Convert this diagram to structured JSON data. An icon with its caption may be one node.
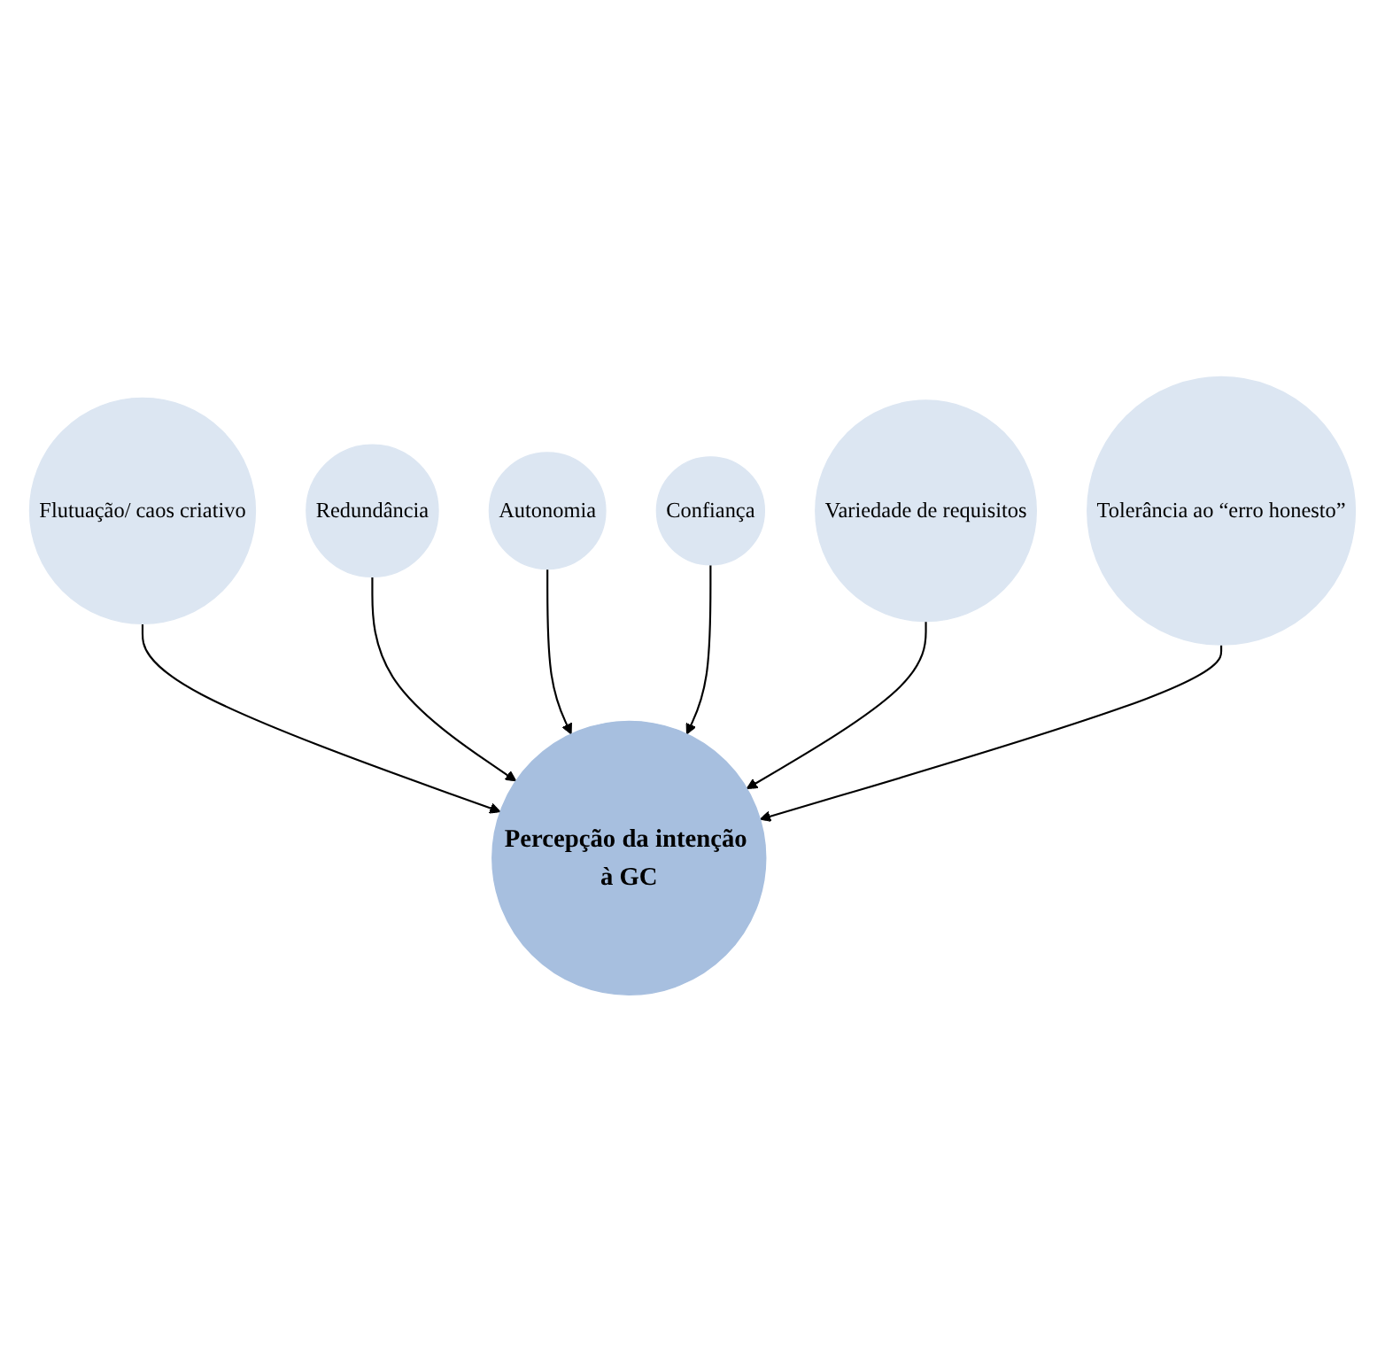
{
  "diagram": {
    "nodes": [
      {
        "text": [
          "Flutuação/ caos criativo"
        ]
      },
      {
        "text": [
          "Redundância"
        ]
      },
      {
        "text": [
          "Autonomia"
        ]
      },
      {
        "text": [
          "Percepção da intenção à GC"
        ]
      },
      {
        "text": [
          "Confiança"
        ]
      },
      {
        "text": [
          "Variedade de requisitos"
        ]
      },
      {
        "text": [
          "Tolerância ao “erro honesto”"
        ]
      }
    ],
    "edges": [
      {
        "from": 0,
        "to": 3,
        "arrow": "to"
      },
      {
        "from": 1,
        "to": 3,
        "arrow": "to"
      },
      {
        "from": 2,
        "to": 3,
        "arrow": "to"
      },
      {
        "from": 4,
        "to": 3,
        "arrow": "to"
      },
      {
        "from": 5,
        "to": 3,
        "arrow": "to"
      },
      {
        "from": 6,
        "to": 3,
        "arrow": "to"
      }
    ]
  }
}
